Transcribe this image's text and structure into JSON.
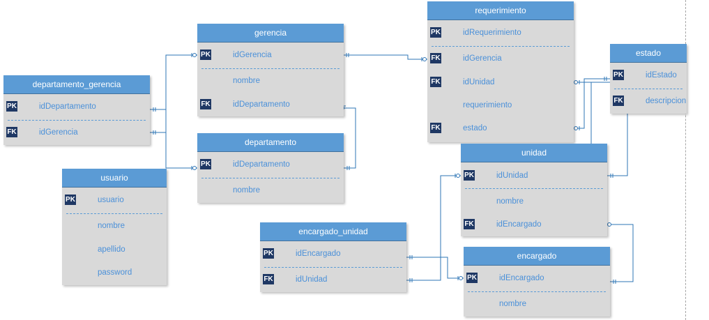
{
  "colors": {
    "header": "#5b9bd5",
    "body": "#d9d9d9",
    "attr_text": "#4a90d9",
    "key_badge": "#1f3864",
    "line": "#2e75b6"
  },
  "entities": {
    "requerimiento": {
      "title": "requerimiento",
      "attrs": [
        "idRequerimiento",
        "idGerencia",
        "idUnidad",
        "requerimiento",
        "estado"
      ],
      "keys": [
        "PK",
        "FK",
        "FK",
        "",
        "FK"
      ]
    },
    "gerencia": {
      "title": "gerencia",
      "attrs": [
        "idGerencia",
        "nombre",
        "idDepartamento"
      ],
      "keys": [
        "PK",
        "",
        "FK"
      ]
    },
    "estado": {
      "title": "estado",
      "attrs": [
        "idEstado",
        "descripcion"
      ],
      "keys": [
        "PK",
        "FK"
      ]
    },
    "departamento_gerencia": {
      "title": "departamento_gerencia",
      "attrs": [
        "idDepartamento",
        "idGerencia"
      ],
      "keys": [
        "PK",
        "FK"
      ]
    },
    "departamento": {
      "title": "departamento",
      "attrs": [
        "idDepartamento",
        "nombre"
      ],
      "keys": [
        "PK",
        ""
      ]
    },
    "unidad": {
      "title": "unidad",
      "attrs": [
        "idUnidad",
        "nombre",
        "idEncargado"
      ],
      "keys": [
        "PK",
        "",
        "FK"
      ]
    },
    "usuario": {
      "title": "usuario",
      "attrs": [
        "usuario",
        "nombre",
        "apellido",
        "password"
      ],
      "keys": [
        "PK",
        "",
        "",
        ""
      ]
    },
    "encargado_unidad": {
      "title": "encargado_unidad",
      "attrs": [
        "idEncargado",
        "idUnidad"
      ],
      "keys": [
        "PK",
        "FK"
      ]
    },
    "encargado": {
      "title": "encargado",
      "attrs": [
        "idEncargado",
        "nombre"
      ],
      "keys": [
        "PK",
        ""
      ]
    }
  }
}
